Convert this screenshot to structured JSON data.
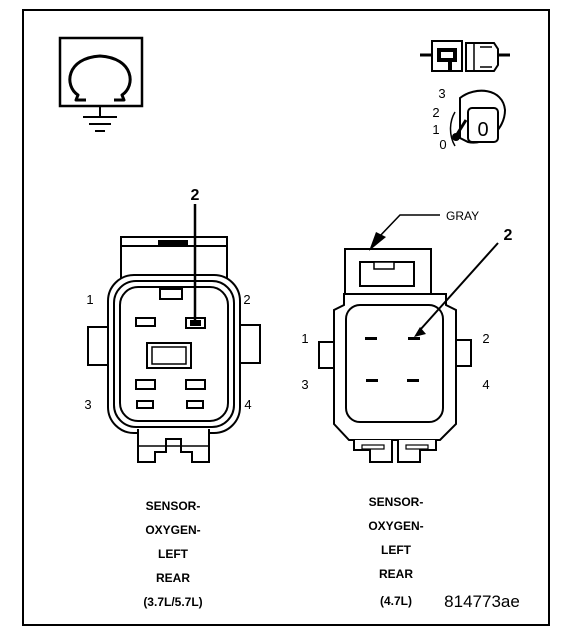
{
  "left_connector": {
    "caption": [
      "SENSOR-",
      "OXYGEN-",
      "LEFT",
      "REAR",
      "(3.7L/5.7L)"
    ],
    "pins": [
      "1",
      "2",
      "3",
      "4"
    ],
    "callout": "2"
  },
  "right_connector": {
    "caption": [
      "SENSOR-",
      "OXYGEN-",
      "LEFT",
      "REAR",
      "(4.7L)"
    ],
    "pins": [
      "1",
      "2",
      "3",
      "4"
    ],
    "callout": "2",
    "color_label": "GRAY"
  },
  "legend": {
    "dial_scale": [
      "3",
      "2",
      "1",
      "0"
    ],
    "dial_value": "0"
  },
  "figure_id": "814773ae",
  "icons": [
    "ohm-ground-icon",
    "connector-icon",
    "ohmmeter-dial-icon"
  ]
}
